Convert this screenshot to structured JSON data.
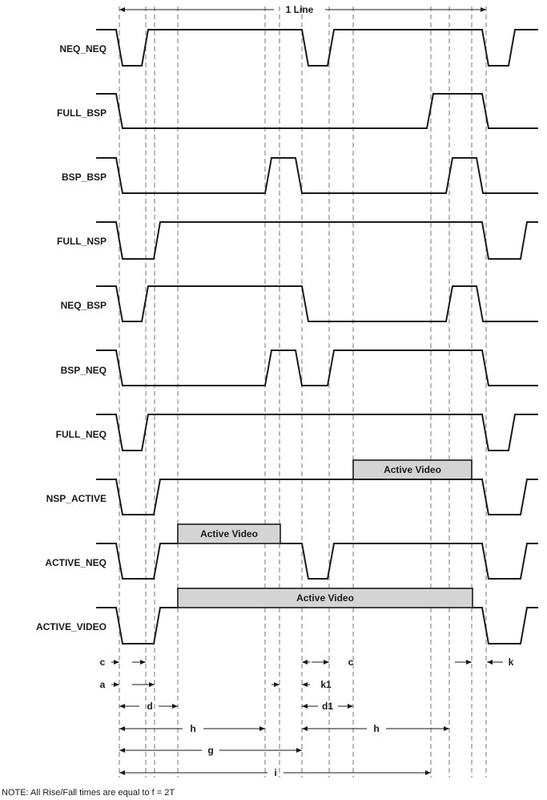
{
  "title": "1 Line",
  "signals": [
    {
      "name": "NEQ_NEQ"
    },
    {
      "name": "FULL_BSP"
    },
    {
      "name": "BSP_BSP"
    },
    {
      "name": "FULL_NSP"
    },
    {
      "name": "NEQ_BSP"
    },
    {
      "name": "BSP_NEQ"
    },
    {
      "name": "FULL_NEQ"
    },
    {
      "name": "NSP_ACTIVE"
    },
    {
      "name": "ACTIVE_NEQ"
    },
    {
      "name": "ACTIVE_VIDEO"
    }
  ],
  "active_video_label": "Active Video",
  "measurements": {
    "c": "c",
    "a": "a",
    "d": "d",
    "h": "h",
    "g": "g",
    "i": "i",
    "k1": "k1",
    "d1": "d1",
    "k": "k"
  },
  "note": "NOTE:  All Rise/Fall times are equal to f = 2T"
}
